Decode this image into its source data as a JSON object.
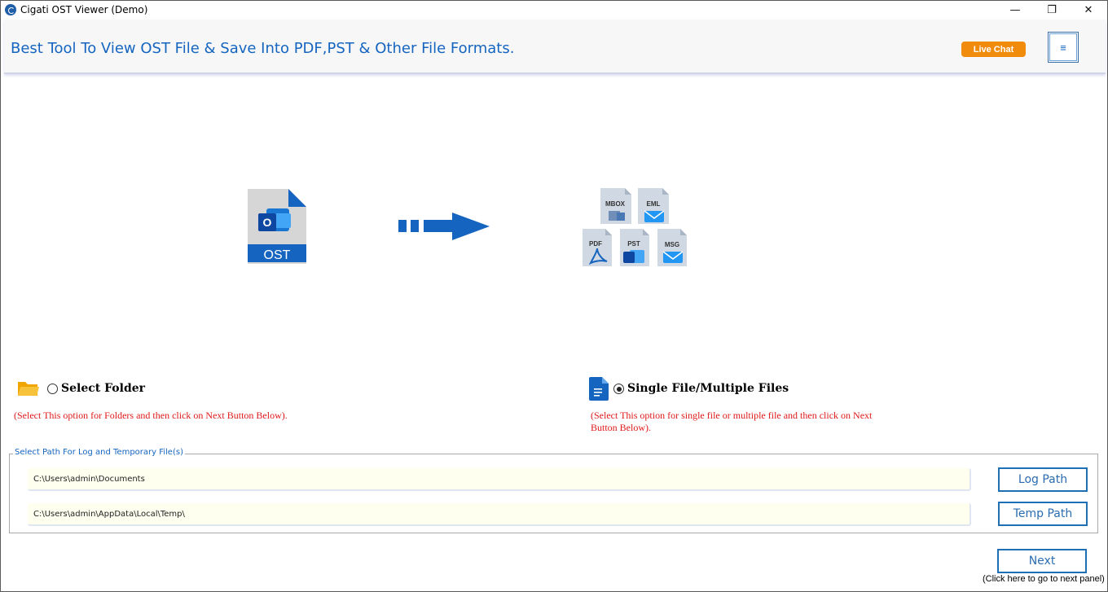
{
  "window": {
    "title": "Cigati OST Viewer (Demo)",
    "controls": {
      "minimize": "—",
      "maximize": "❐",
      "close": "✕"
    }
  },
  "banner": {
    "title": "Best Tool To View OST File & Save Into PDF,PST & Other File Formats.",
    "live_chat_label": "Live Chat",
    "menu_glyph": "≡"
  },
  "illustration": {
    "source_label": "OST",
    "source_badge": "O",
    "formats": [
      "MBOX",
      "EML",
      "PDF",
      "PST",
      "MSG"
    ]
  },
  "options": {
    "folder": {
      "label": "Select Folder",
      "hint": "(Select This option for Folders and then click on Next Button Below).",
      "selected": false
    },
    "file": {
      "label": "Single File/Multiple Files",
      "hint": "(Select This option for single file or multiple file and then click on Next Button Below).",
      "selected": true
    }
  },
  "paths": {
    "legend": "Select Path For Log and Temporary File(s)",
    "log_path_value": "C:\\Users\\admin\\Documents",
    "temp_path_value": "C:\\Users\\admin\\AppData\\Local\\Temp\\",
    "log_button": "Log Path",
    "temp_button": "Temp Path"
  },
  "footer": {
    "next_label": "Next",
    "next_hint": "(Click here to go to next panel)"
  },
  "colors": {
    "brand_blue": "#1565c0",
    "live_chat_orange": "#f18b0c",
    "hint_red": "#e01818"
  }
}
